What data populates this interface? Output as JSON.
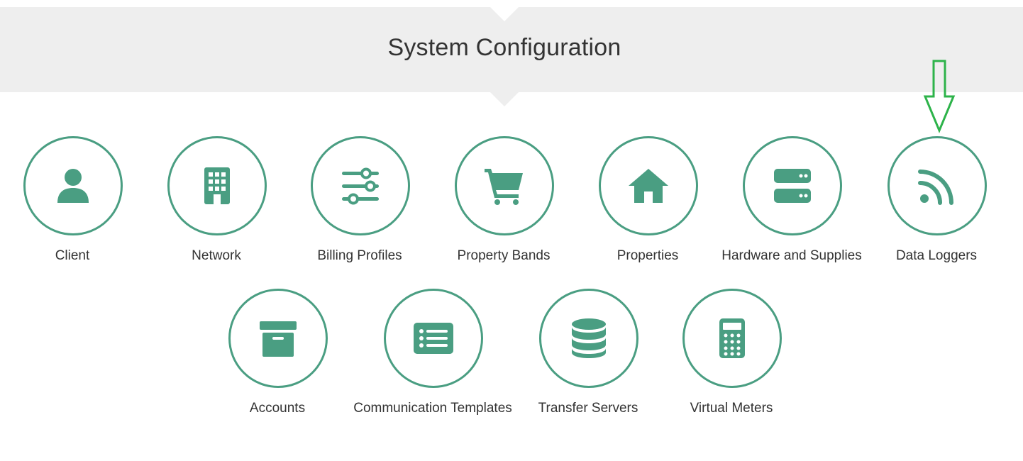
{
  "header": {
    "title": "System Configuration"
  },
  "colors": {
    "accent": "#4a9e82",
    "header_band": "#eeeeee",
    "text": "#333333",
    "annotation_arrow": "#2db34a"
  },
  "tiles_row1": [
    {
      "label": "Client",
      "icon": "user-icon"
    },
    {
      "label": "Network",
      "icon": "building-icon"
    },
    {
      "label": "Billing Profiles",
      "icon": "sliders-icon"
    },
    {
      "label": "Property Bands",
      "icon": "cart-icon"
    },
    {
      "label": "Properties",
      "icon": "home-icon"
    },
    {
      "label": "Hardware and Supplies",
      "icon": "server-icon"
    },
    {
      "label": "Data Loggers",
      "icon": "rss-icon"
    }
  ],
  "tiles_row2": [
    {
      "label": "Accounts",
      "icon": "archive-icon"
    },
    {
      "label": "Communication Templates",
      "icon": "list-icon"
    },
    {
      "label": "Transfer Servers",
      "icon": "database-icon"
    },
    {
      "label": "Virtual Meters",
      "icon": "calculator-icon"
    }
  ],
  "annotation": {
    "icon": "down-arrow-icon"
  }
}
